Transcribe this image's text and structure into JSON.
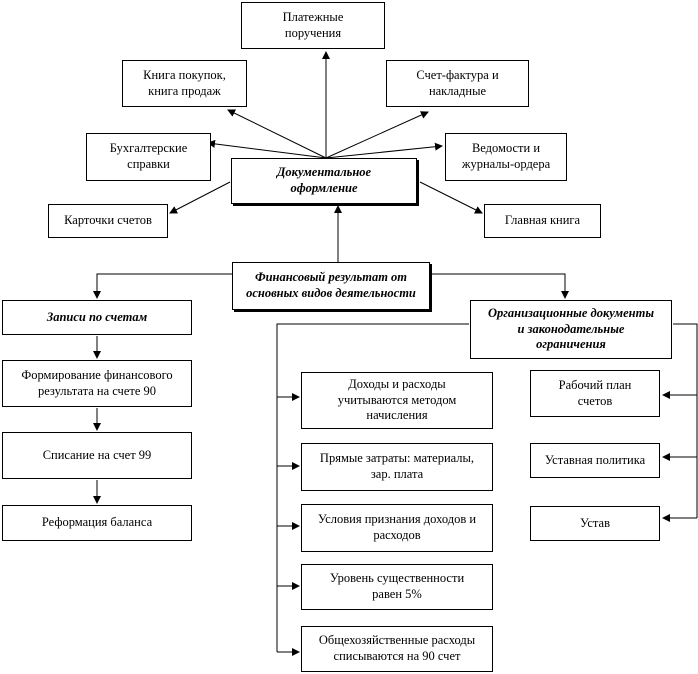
{
  "diagram": {
    "nodes": {
      "payment_orders": "Платежные\nпоручения",
      "purchase_sales_book": "Книга покупок,\nкнига продаж",
      "invoices": "Счет-фактура и\nнакладные",
      "accounting_certificates": "Бухгалтерские\nсправки",
      "statements_journals": "Ведомости и\nжурналы-ордера",
      "documentation": "Документальное\nоформление",
      "account_cards": "Карточки счетов",
      "general_ledger": "Главная книга",
      "financial_result": "Финансовый результат от\nосновных видов деятельности",
      "account_entries": "Записи по счетам",
      "org_documents": "Организационные документы\nи законодательные\nограничения",
      "formation_90": "Формирование финансового\nрезультата на счете 90",
      "write_off_99": "Списание на счет 99",
      "balance_reform": "Реформация баланса",
      "income_expenses_accrual": "Доходы и расходы\nучитываются методом\nначисления",
      "direct_costs": "Прямые затраты: материалы,\nзар. плата",
      "recognition_conditions": "Условия признания доходов и\nрасходов",
      "materiality_level": "Уровень существенности\nравен 5%",
      "overhead_expenses": "Общехозяйственные расходы\nсписываются на 90 счет",
      "chart_of_accounts": "Рабочий план\nсчетов",
      "accounting_policy": "Уставная политика",
      "charter": "Устав"
    }
  }
}
